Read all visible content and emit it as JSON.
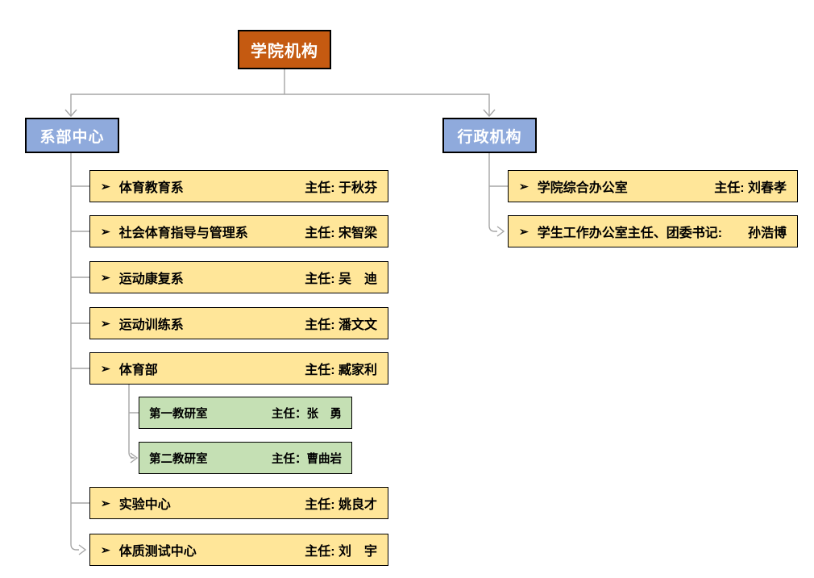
{
  "root": {
    "label": "学院机构"
  },
  "left_branch": {
    "label": "系部中心"
  },
  "right_branch": {
    "label": "行政机构"
  },
  "bullet": "➢",
  "left_departments": [
    {
      "name": "体育教育系",
      "title": "主任: 于秋芬"
    },
    {
      "name": "社会体育指导与管理系",
      "title": "主任: 宋智梁"
    },
    {
      "name": "运动康复系",
      "title": "主任: 吴　迪"
    },
    {
      "name": "运动训练系",
      "title": "主任: 潘文文"
    },
    {
      "name": "体育部",
      "title": "主任: 臧家利"
    },
    {
      "name": "实验中心",
      "title": "主任: 姚良才"
    },
    {
      "name": "体质测试中心",
      "title": "主任: 刘　宇"
    }
  ],
  "sub_offices": [
    {
      "name": "第一教研室",
      "title": "主任：张　勇"
    },
    {
      "name": "第二教研室",
      "title": "主任：曹曲岩"
    }
  ],
  "right_departments": [
    {
      "name": "学院综合办公室",
      "title": "主任: 刘春孝"
    },
    {
      "name": "学生工作办公室主任、团委书记:",
      "title": "孙浩博"
    }
  ],
  "colors": {
    "root_bg": "#C55A11",
    "branch_bg": "#8FAADC",
    "department_bg": "#FFE699",
    "sub_office_bg": "#C5E0B4",
    "connector": "#A6A6A6",
    "border": "#000000",
    "header_text": "#FFFFFF",
    "body_text": "#000000"
  }
}
